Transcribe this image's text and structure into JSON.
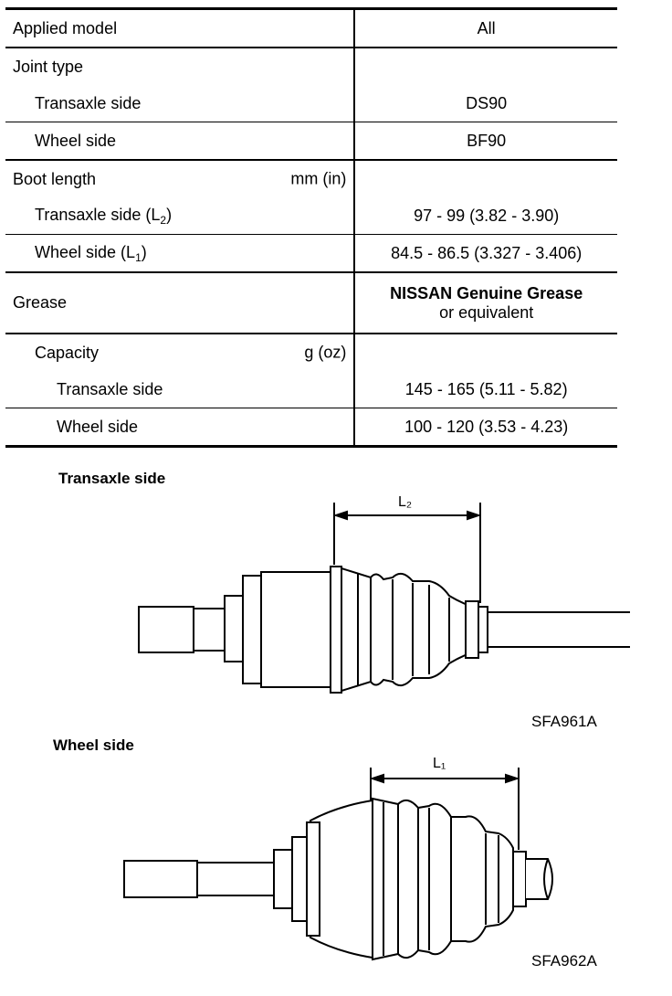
{
  "table": {
    "applied_model_label": "Applied model",
    "applied_model_value": "All",
    "joint_type_label": "Joint type",
    "joint_transaxle_label": "Transaxle side",
    "joint_transaxle_value": "DS90",
    "joint_wheel_label": "Wheel side",
    "joint_wheel_value": "BF90",
    "boot_length_label": "Boot length",
    "boot_length_unit": "mm (in)",
    "boot_transaxle_label": "Transaxle side (L",
    "boot_transaxle_sub": "2",
    "boot_transaxle_value": "97 - 99 (3.82 - 3.90)",
    "boot_wheel_label": "Wheel side (L",
    "boot_wheel_sub": "1",
    "boot_wheel_value": "84.5 - 86.5 (3.327 - 3.406)",
    "grease_label": "Grease",
    "grease_value_line1": "NISSAN Genuine Grease",
    "grease_value_line2": "or equivalent",
    "capacity_label": "Capacity",
    "capacity_unit": "g (oz)",
    "cap_transaxle_label": "Transaxle side",
    "cap_transaxle_value": "145 - 165 (5.11 - 5.82)",
    "cap_wheel_label": "Wheel side",
    "cap_wheel_value": "100 - 120 (3.53 - 4.23)"
  },
  "figure1": {
    "caption": "Transaxle side",
    "dimension_label": "L₂",
    "code": "SFA961A"
  },
  "figure2": {
    "caption": "Wheel side",
    "dimension_label": "L₁",
    "code": "SFA962A"
  }
}
